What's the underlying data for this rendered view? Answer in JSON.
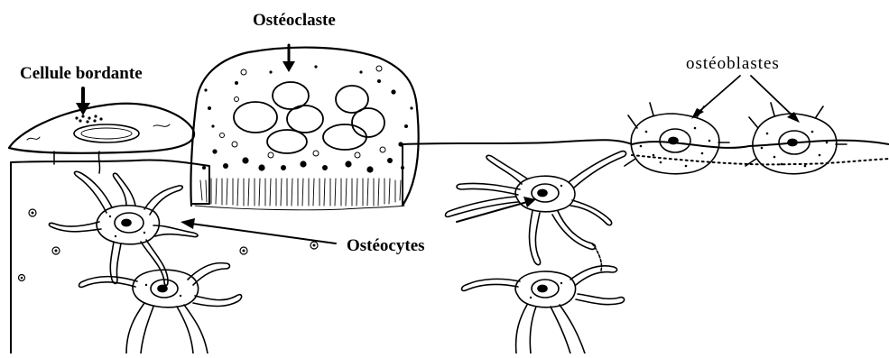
{
  "labels": {
    "osteoclast": "Ostéoclaste",
    "lining_cell": "Cellule bordante",
    "osteoblasts": "ostéoblastes",
    "osteocytes": "Ostéocytes"
  }
}
